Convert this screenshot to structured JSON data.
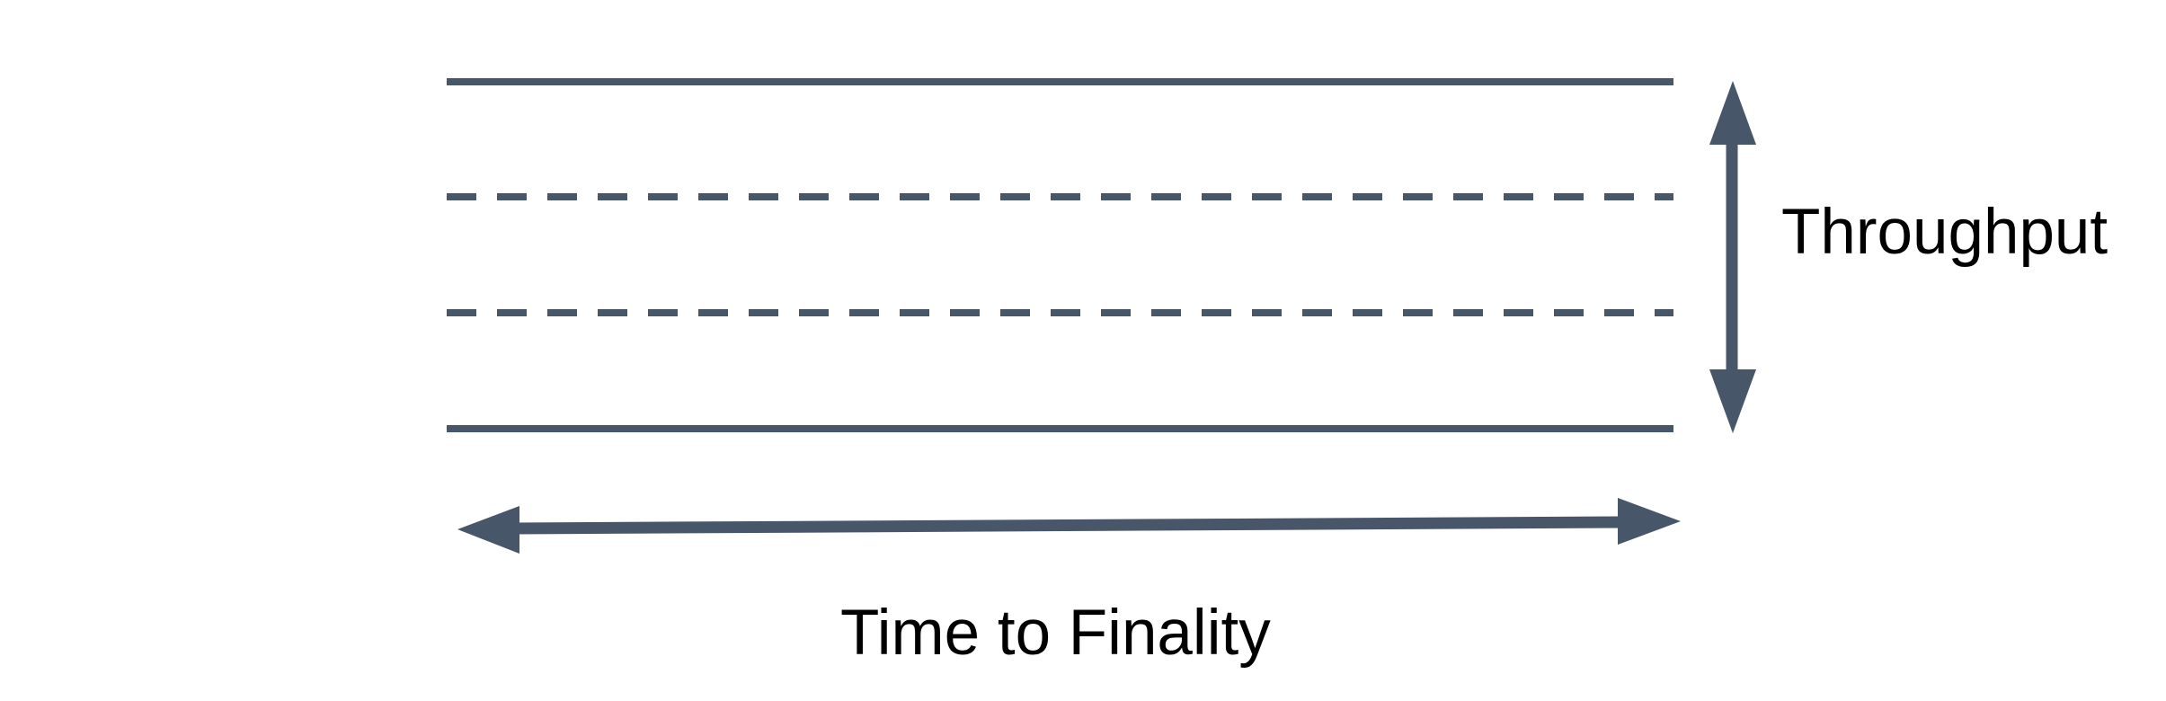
{
  "colors": {
    "background": "#ffffff",
    "shape": "#475669",
    "text": "#000000"
  },
  "labels": {
    "throughput": "Throughput",
    "time_to_finality": "Time to Finality"
  },
  "diagram": {
    "type": "concept-diagram",
    "description": "Horizontal band bounded by two solid lines with two evenly spaced dashed lines inside. A vertical double-headed arrow at the right marks the band height as Throughput; a horizontal double-headed arrow below marks the band width as Time to Finality.",
    "lines": [
      {
        "style": "solid",
        "position": "top"
      },
      {
        "style": "dashed",
        "position": "upper-middle"
      },
      {
        "style": "dashed",
        "position": "lower-middle"
      },
      {
        "style": "solid",
        "position": "bottom"
      }
    ],
    "arrows": [
      {
        "orientation": "vertical",
        "double_headed": true,
        "label": "Throughput"
      },
      {
        "orientation": "horizontal",
        "double_headed": true,
        "label": "Time to Finality"
      }
    ]
  }
}
